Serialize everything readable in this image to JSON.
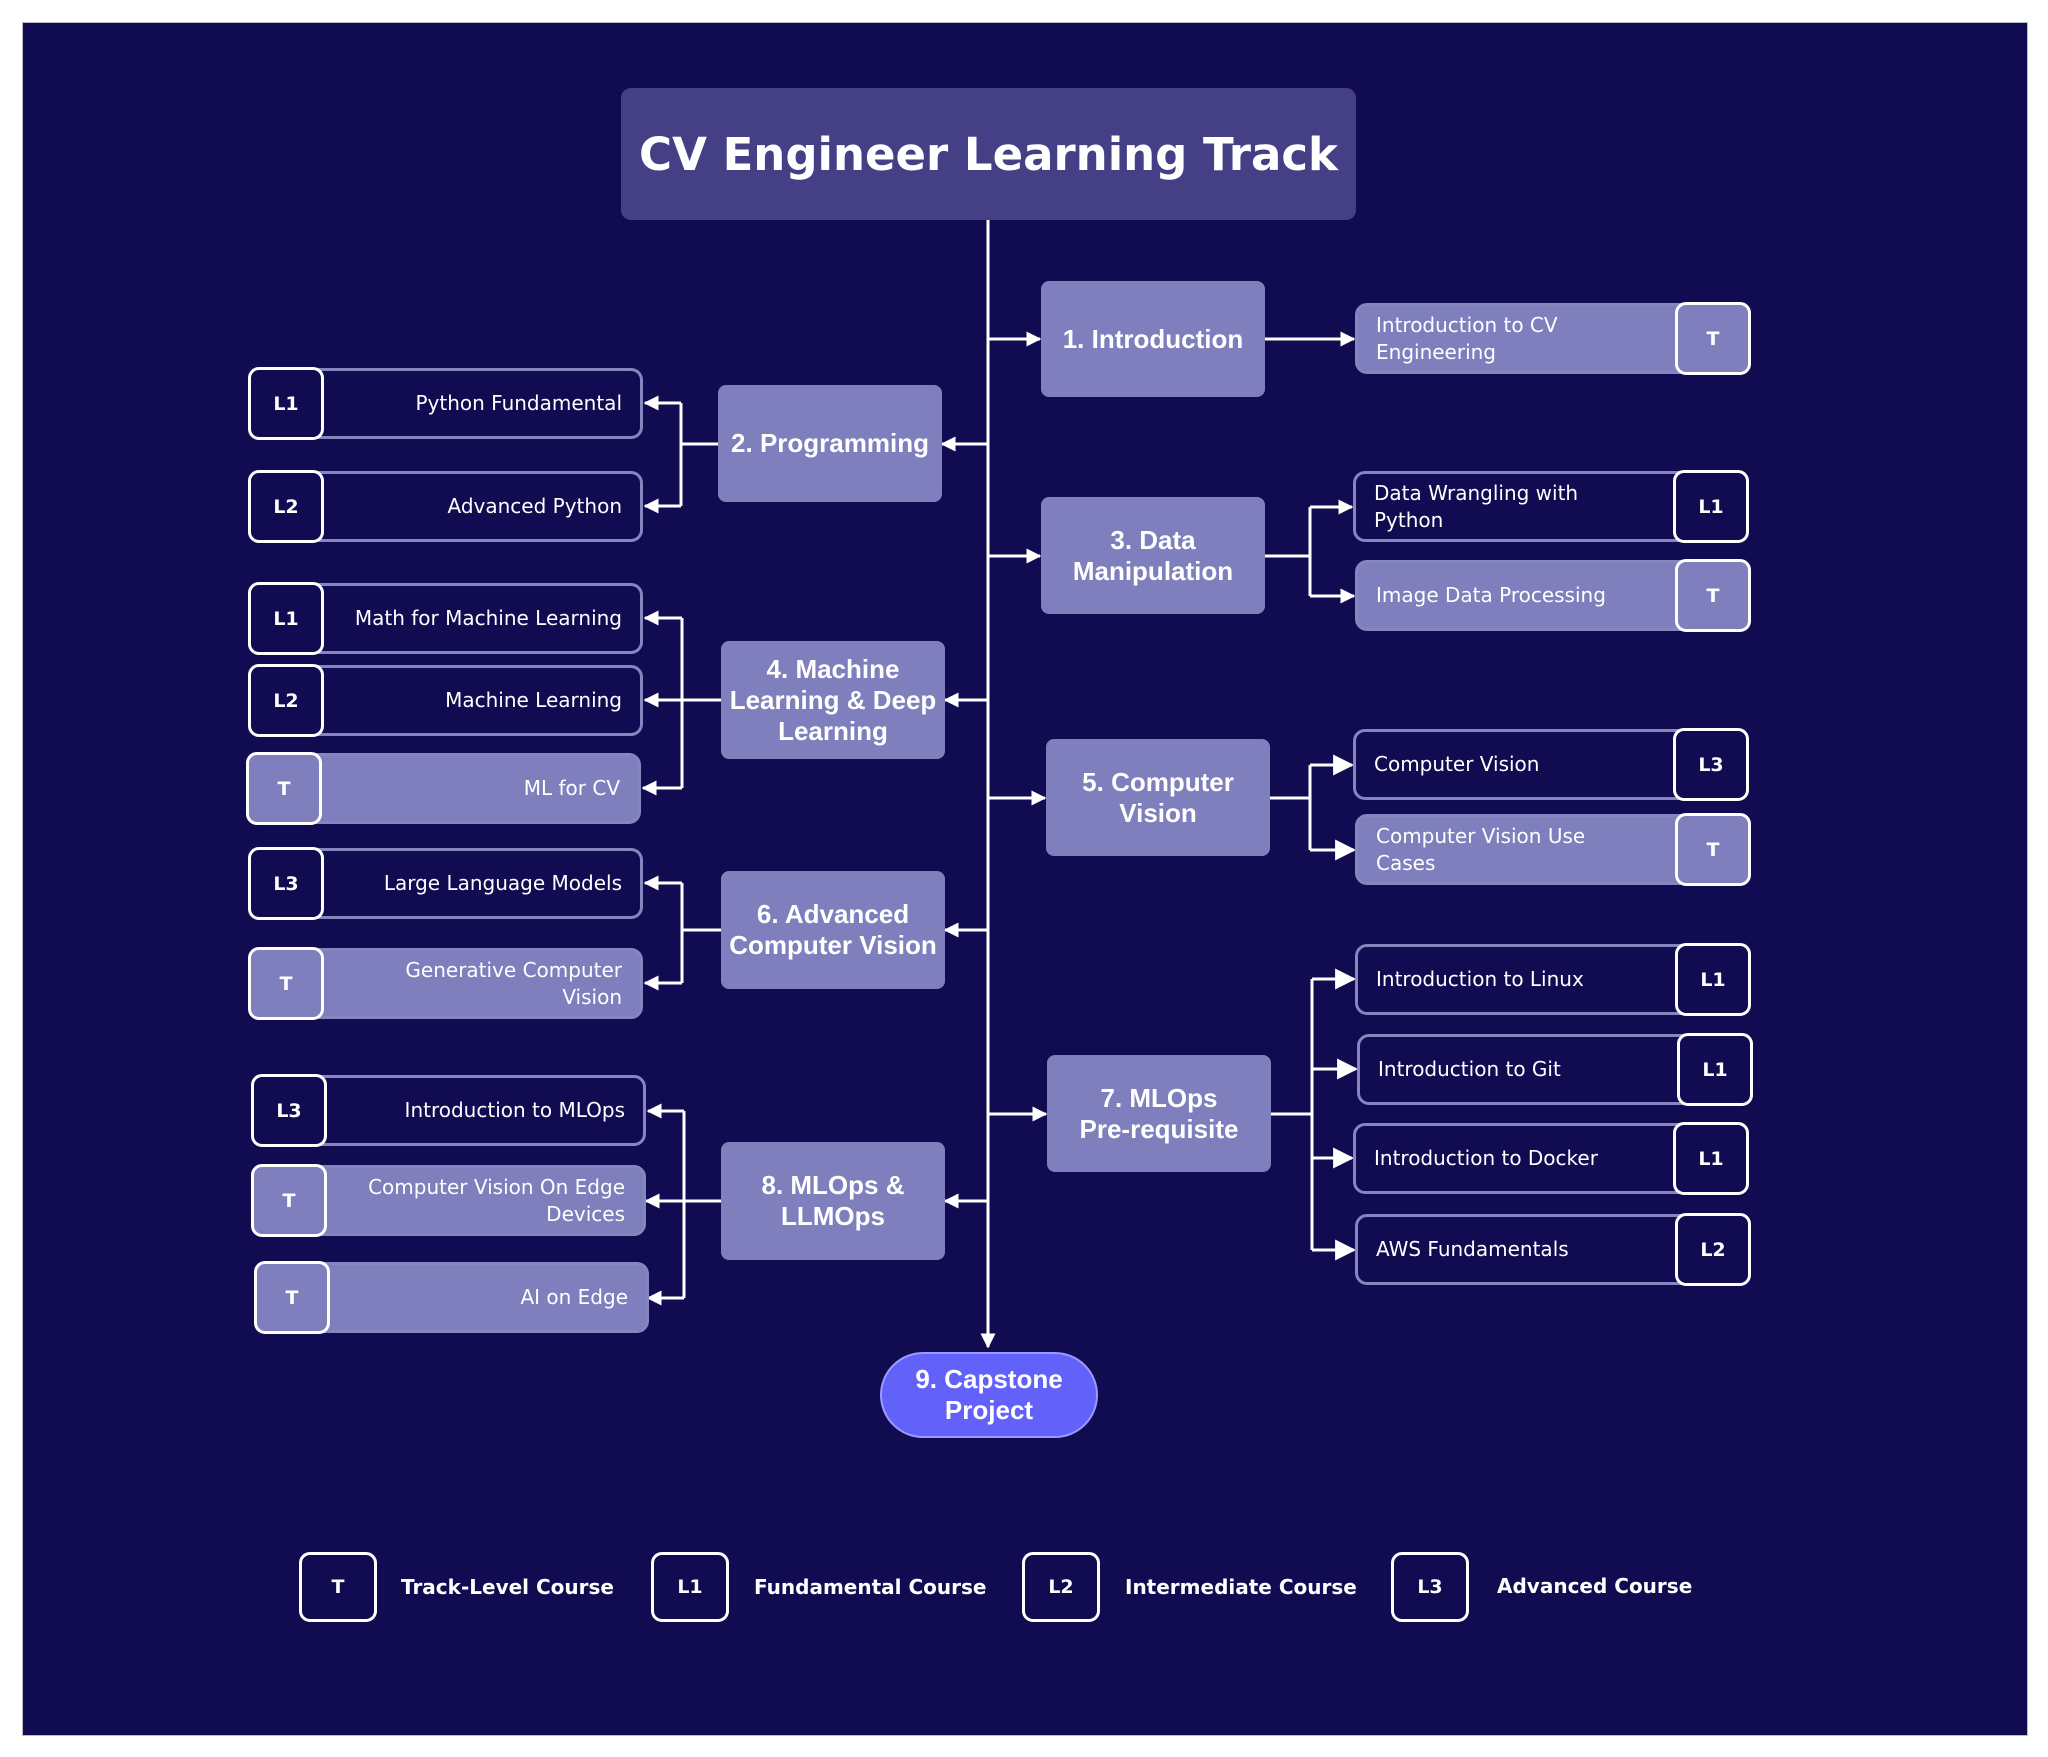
{
  "title": "CV Engineer Learning Track",
  "topics": [
    {
      "label": "1. Introduction",
      "courses": [
        {
          "name": "Introduction to CV Engineering",
          "level": "T"
        }
      ]
    },
    {
      "label": "2. Programming",
      "courses": [
        {
          "name": "Python Fundamental",
          "level": "L1"
        },
        {
          "name": "Advanced Python",
          "level": "L2"
        }
      ]
    },
    {
      "label": "3. Data Manipulation",
      "courses": [
        {
          "name": "Data Wrangling with Python",
          "level": "L1"
        },
        {
          "name": "Image Data Processing",
          "level": "T"
        }
      ]
    },
    {
      "label": "4. Machine Learning & Deep Learning",
      "courses": [
        {
          "name": "Math for Machine Learning",
          "level": "L1"
        },
        {
          "name": "Machine Learning",
          "level": "L2"
        },
        {
          "name": "ML for CV",
          "level": "T"
        }
      ]
    },
    {
      "label": "5. Computer Vision",
      "courses": [
        {
          "name": "Computer Vision",
          "level": "L3"
        },
        {
          "name": "Computer Vision Use Cases",
          "level": "T"
        }
      ]
    },
    {
      "label": "6. Advanced Computer Vision",
      "courses": [
        {
          "name": "Large Language Models",
          "level": "L3"
        },
        {
          "name": "Generative Computer Vision",
          "level": "T"
        }
      ]
    },
    {
      "label": "7. MLOps Pre-requisite",
      "courses": [
        {
          "name": "Introduction to Linux",
          "level": "L1"
        },
        {
          "name": "Introduction to Git",
          "level": "L1"
        },
        {
          "name": "Introduction to Docker",
          "level": "L1"
        },
        {
          "name": "AWS Fundamentals",
          "level": "L2"
        }
      ]
    },
    {
      "label": "8. MLOps & LLMOps",
      "courses": [
        {
          "name": "Introduction to MLOps",
          "level": "L3"
        },
        {
          "name": "Computer Vision On Edge Devices",
          "level": "T"
        },
        {
          "name": "AI on Edge",
          "level": "T"
        }
      ]
    }
  ],
  "capstone": "9. Capstone Project",
  "legend": [
    {
      "code": "T",
      "label": "Track-Level Course"
    },
    {
      "code": "L1",
      "label": "Fundamental Course"
    },
    {
      "code": "L2",
      "label": "Intermediate Course"
    },
    {
      "code": "L3",
      "label": "Advanced Course"
    }
  ],
  "colors": {
    "background": "#110b52",
    "header": "#453f86",
    "topic": "#7f7fbd",
    "capstone": "#6262fa",
    "connector": "#ffffff"
  }
}
